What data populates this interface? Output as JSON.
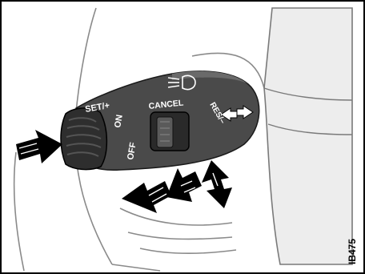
{
  "labels": {
    "set": "SET/+",
    "on": "ON",
    "off": "OFF",
    "cancel": "CANCEL",
    "res": "RES/–",
    "figure_code": "IB475"
  },
  "icons": [
    "headlight-beam-icon",
    "double-arrow-icon"
  ],
  "colors": {
    "stalk_body": "#4a4a4a",
    "stalk_dark": "#2e2e2e",
    "background_line": "#7a7a7a",
    "arrow_fill": "#000000",
    "label_text": "#ffffff"
  }
}
